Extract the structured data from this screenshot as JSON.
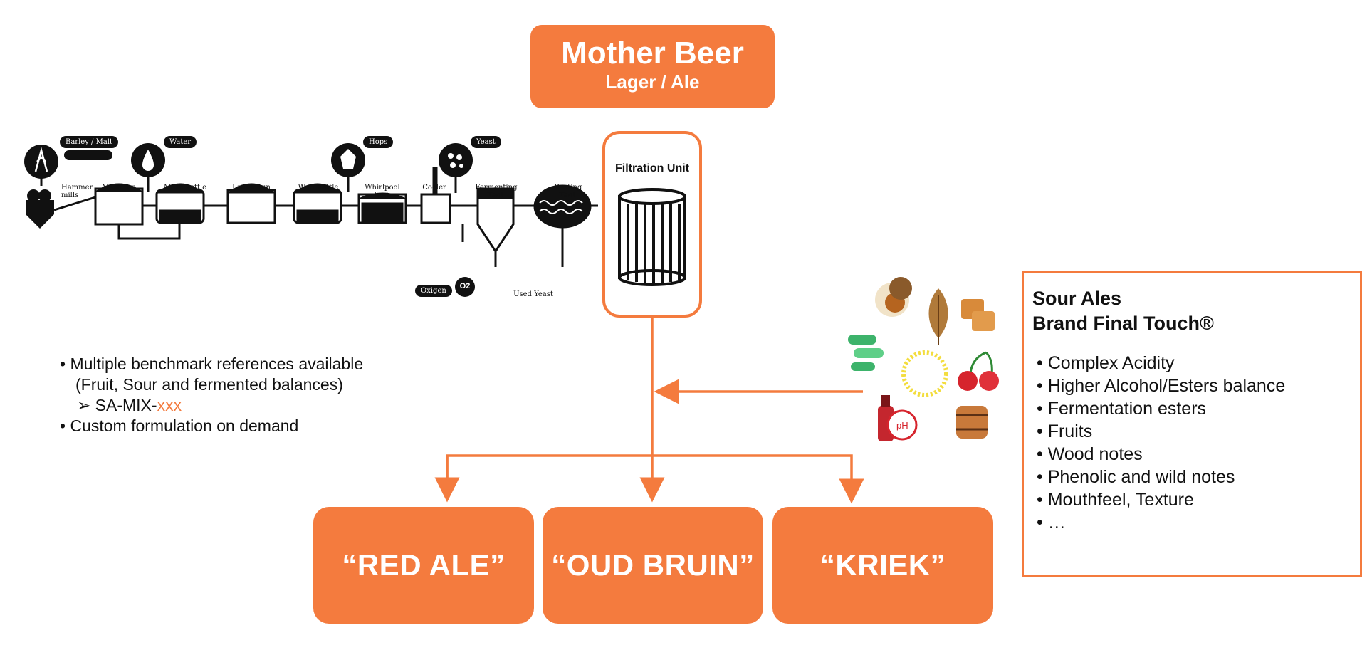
{
  "mother": {
    "title": "Mother Beer",
    "subtitle": "Lager / Ale"
  },
  "filtration": {
    "label": "Filtration Unit"
  },
  "process": {
    "inputs": {
      "barley": "Barley / Malt",
      "water": "Water",
      "hops": "Hops",
      "yeast": "Yeast",
      "oxigen": "Oxigen",
      "o2": "O2"
    },
    "steps": {
      "hammer": "Hammer mills",
      "mash_tun": "Mash tun",
      "mash_kettle": "Mash kettle",
      "lauter": "Lauter tun",
      "wort": "Wort kettle",
      "whirlpool": "Whirlpool tank",
      "cooler": "Cooler",
      "fermenting": "Fermenting Tank",
      "resting": "Resting Tank",
      "used_yeast": "Used Yeast"
    }
  },
  "bullets": {
    "b1_line1": "Multiple benchmark references available",
    "b1_line2": "(Fruit, Sour and fermented balances)",
    "sub_prefix": "SA-MIX-",
    "sub_suffix": "xxx",
    "b2": "Custom formulation on demand"
  },
  "outputs": [
    "“RED ALE”",
    "“OUD BRUIN”",
    "“KRIEK”"
  ],
  "sour": {
    "title1": "Sour Ales",
    "title2": "Brand Final Touch®",
    "items": [
      "Complex Acidity",
      "Higher Alcohol/Esters balance",
      "Fermentation esters",
      "Fruits",
      "Wood notes",
      "Phenolic and wild notes",
      "Mouthfeel, Texture",
      "…"
    ]
  },
  "icons": [
    "walnut-icon",
    "leaf-icon",
    "caramel-icon",
    "bacteria-icon",
    "sun-icon",
    "cherry-icon",
    "wine-ph-icon",
    "barrel-icon"
  ],
  "colors": {
    "accent": "#F47B3E",
    "ink": "#111111"
  }
}
